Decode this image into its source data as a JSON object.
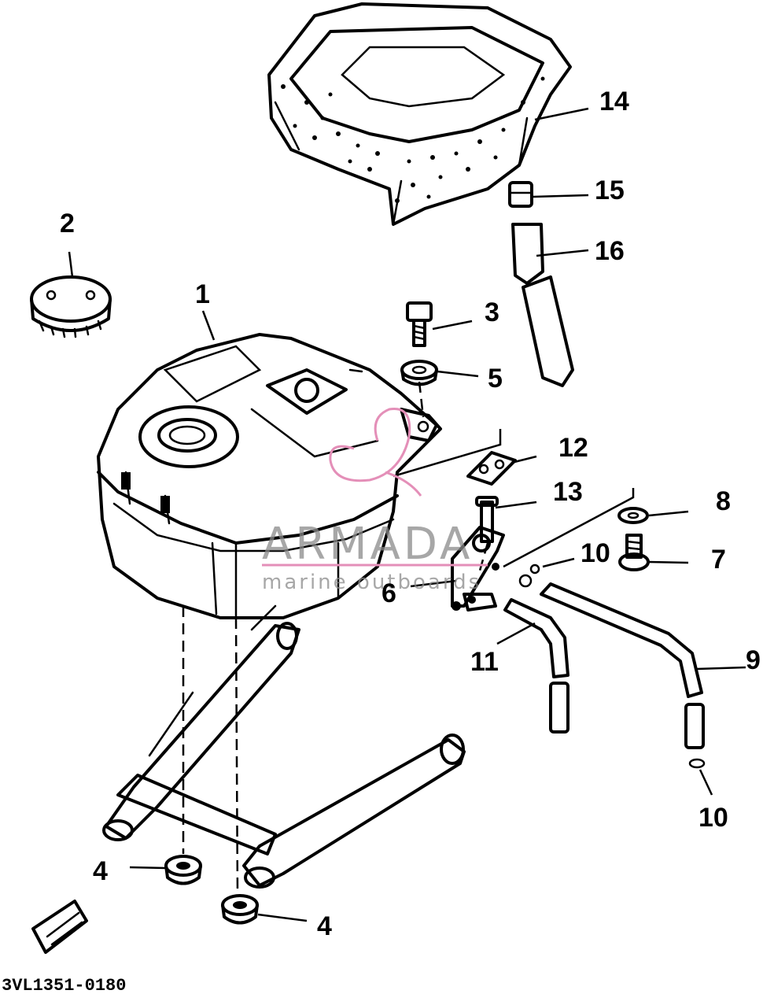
{
  "diagram": {
    "callouts": {
      "c1": "1",
      "c2": "2",
      "c3": "3",
      "c4a": "4",
      "c4b": "4",
      "c5": "5",
      "c6": "6",
      "c7": "7",
      "c8": "8",
      "c9": "9",
      "c10a": "10",
      "c10b": "10",
      "c11": "11",
      "c12": "12",
      "c13": "13",
      "c14": "14",
      "c15": "15",
      "c16": "16"
    },
    "drawing_code": "3VL1351-0180"
  },
  "watermark": {
    "brand": "ARMADA",
    "tagline": "marine outboards",
    "color": "#e48fb8"
  }
}
